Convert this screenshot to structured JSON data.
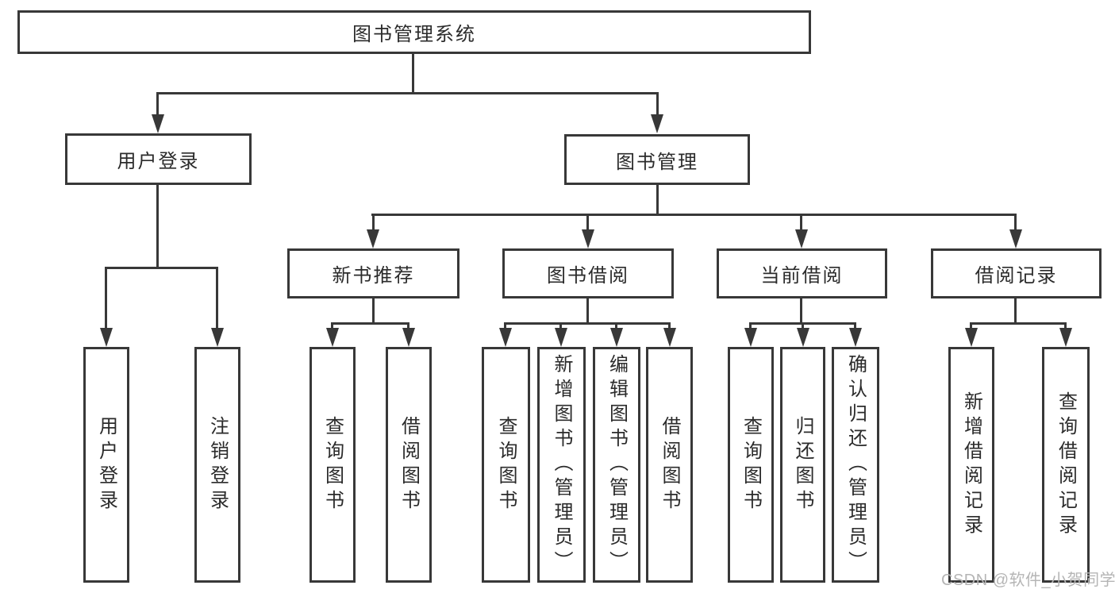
{
  "diagram": {
    "root": {
      "label": "图书管理系统"
    },
    "level1": [
      {
        "label": "用户登录"
      },
      {
        "label": "图书管理"
      }
    ],
    "level2": [
      {
        "label": "新书推荐",
        "parent": "图书管理"
      },
      {
        "label": "图书借阅",
        "parent": "图书管理"
      },
      {
        "label": "当前借阅",
        "parent": "图书管理"
      },
      {
        "label": "借阅记录",
        "parent": "图书管理"
      }
    ],
    "leaves": [
      {
        "label": "用户登录",
        "parent": "用户登录"
      },
      {
        "label": "注销登录",
        "parent": "用户登录"
      },
      {
        "label": "查询图书",
        "parent": "新书推荐"
      },
      {
        "label": "借阅图书",
        "parent": "新书推荐"
      },
      {
        "label": "查询图书",
        "parent": "图书借阅"
      },
      {
        "label": "新增图书（管理员）",
        "parent": "图书借阅"
      },
      {
        "label": "编辑图书（管理员）",
        "parent": "图书借阅"
      },
      {
        "label": "借阅图书",
        "parent": "图书借阅"
      },
      {
        "label": "查询图书",
        "parent": "当前借阅"
      },
      {
        "label": "归还图书",
        "parent": "当前借阅"
      },
      {
        "label": "确认归还（管理员）",
        "parent": "当前借阅"
      },
      {
        "label": "新增借阅记录",
        "parent": "借阅记录"
      },
      {
        "label": "查询借阅记录",
        "parent": "借阅记录"
      }
    ]
  },
  "watermark": {
    "text": "CSDN @软件_小贺同学"
  },
  "colors": {
    "line": "#383838",
    "text": "#2b2b2b",
    "watermark": "#b5b5b5",
    "bg": "#ffffff"
  }
}
